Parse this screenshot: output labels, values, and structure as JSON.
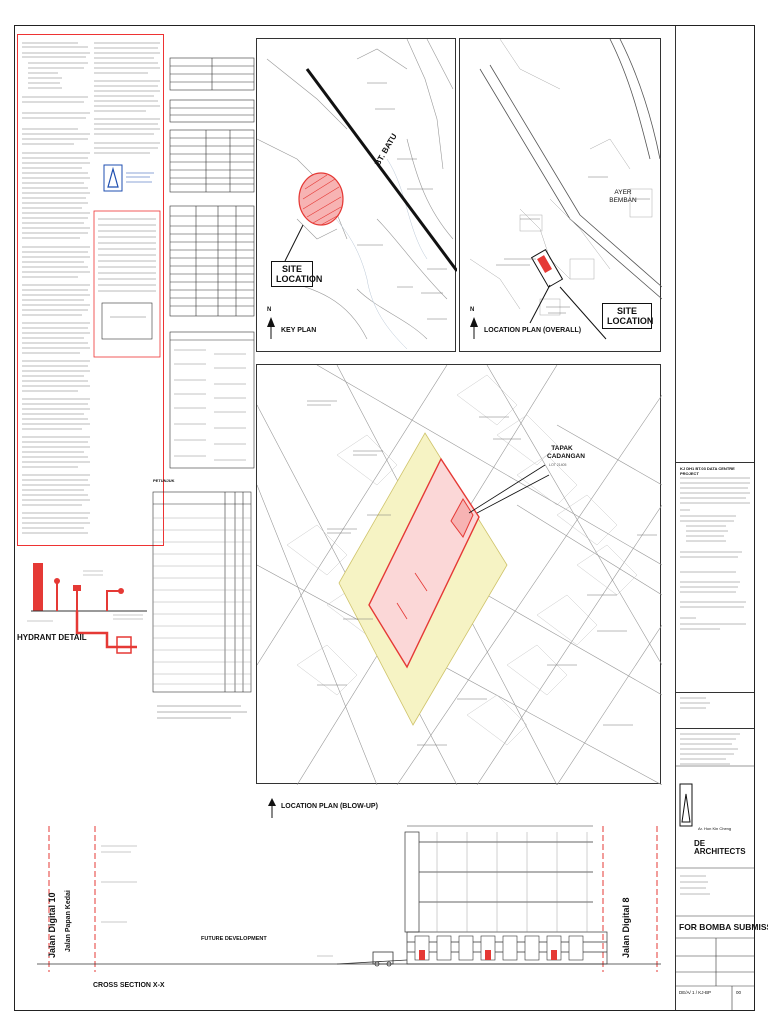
{
  "project": {
    "title": "TAPAK CADANGAN",
    "lot": "LOT 21405"
  },
  "key_plan": {
    "site_label": "SITE LOCATION",
    "caption": "KEY PLAN",
    "road": "BT. BATU"
  },
  "location_overall": {
    "site_label": "SITE LOCATION",
    "caption": "LOCATION PLAN (OVERALL)",
    "area": "AYER BEMBAN"
  },
  "location_blowup": {
    "caption": "LOCATION PLAN (BLOW-UP)",
    "tapak": "TAPAK CADANGAN"
  },
  "hydrant": {
    "caption": "HYDRANT DETAIL"
  },
  "section": {
    "caption": "CROSS SECTION X-X",
    "future": "FUTURE DEVELOPMENT",
    "road_left": "Jalan Digital 10",
    "road_left2": "Jalan Papan Kedai",
    "road_right": "Jalan Digital 8"
  },
  "title_block": {
    "project_title": "KJ DH1 BT.03 DATA CENTRE PROJECT",
    "architect_firm": "DE ARCHITECTS",
    "architect_name": "Ar. Hon Kin Cheng",
    "submission": "FOR BOMBA SUBMISSION",
    "drawing_no": "DE/A/ 1 / KJ-BP",
    "revision": "00",
    "north": "N"
  },
  "legend": {
    "heading": "PETUNJUK"
  },
  "colors": {
    "red": "#e53935",
    "site_fill": "#f7b3b3",
    "road_fill": "#f6f3c4"
  }
}
